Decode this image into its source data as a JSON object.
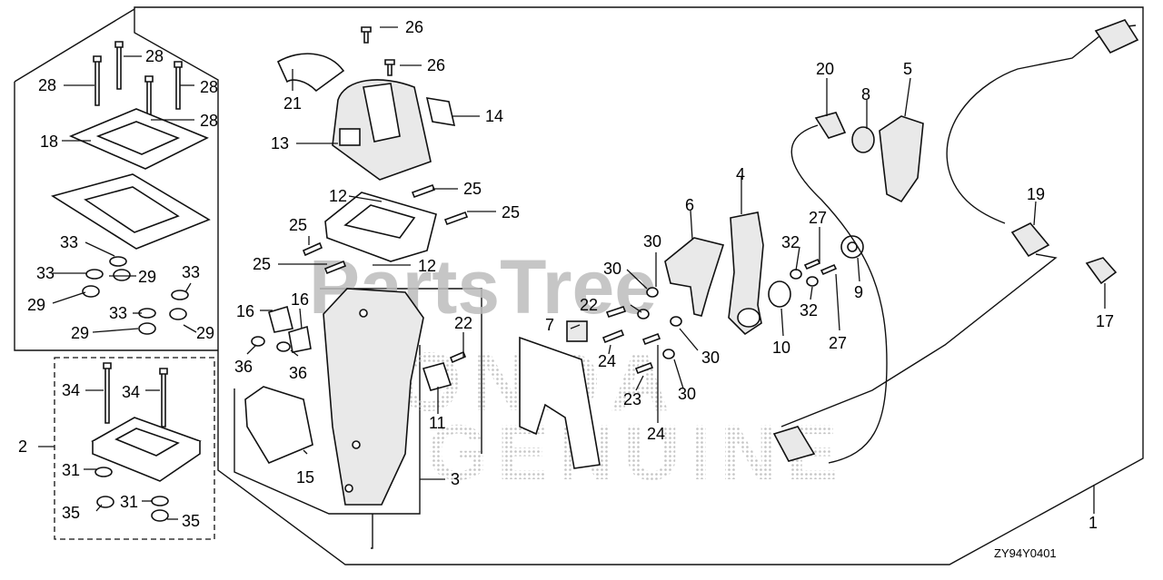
{
  "diagram": {
    "code": "ZY94Y0401",
    "watermark": {
      "line1": "PartsTree",
      "line2": "HONDA",
      "line3": "GENUINE"
    },
    "callouts": [
      {
        "id": "c26a",
        "label": "26"
      },
      {
        "id": "c26b",
        "label": "26"
      },
      {
        "id": "c28a",
        "label": "28"
      },
      {
        "id": "c28b",
        "label": "28"
      },
      {
        "id": "c28c",
        "label": "28"
      },
      {
        "id": "c28d",
        "label": "28"
      },
      {
        "id": "c21",
        "label": "21"
      },
      {
        "id": "c14",
        "label": "14"
      },
      {
        "id": "c13",
        "label": "13"
      },
      {
        "id": "c18",
        "label": "18"
      },
      {
        "id": "c12a",
        "label": "12"
      },
      {
        "id": "c25a",
        "label": "25"
      },
      {
        "id": "c25b",
        "label": "25"
      },
      {
        "id": "c25c",
        "label": "25"
      },
      {
        "id": "c25d",
        "label": "25"
      },
      {
        "id": "c12b",
        "label": "12"
      },
      {
        "id": "c33a",
        "label": "33"
      },
      {
        "id": "c33b",
        "label": "33"
      },
      {
        "id": "c33c",
        "label": "33"
      },
      {
        "id": "c33d",
        "label": "33"
      },
      {
        "id": "c29a",
        "label": "29"
      },
      {
        "id": "c29b",
        "label": "29"
      },
      {
        "id": "c29c",
        "label": "29"
      },
      {
        "id": "c29d",
        "label": "29"
      },
      {
        "id": "c16a",
        "label": "16"
      },
      {
        "id": "c16b",
        "label": "16"
      },
      {
        "id": "c36a",
        "label": "36"
      },
      {
        "id": "c36b",
        "label": "36"
      },
      {
        "id": "c22a",
        "label": "22"
      },
      {
        "id": "c22b",
        "label": "22"
      },
      {
        "id": "c11",
        "label": "11"
      },
      {
        "id": "c15",
        "label": "15"
      },
      {
        "id": "c3",
        "label": "3"
      },
      {
        "id": "c34a",
        "label": "34"
      },
      {
        "id": "c34b",
        "label": "34"
      },
      {
        "id": "c2",
        "label": "2"
      },
      {
        "id": "c31a",
        "label": "31"
      },
      {
        "id": "c31b",
        "label": "31"
      },
      {
        "id": "c35a",
        "label": "35"
      },
      {
        "id": "c35b",
        "label": "35"
      },
      {
        "id": "c20",
        "label": "20"
      },
      {
        "id": "c8",
        "label": "8"
      },
      {
        "id": "c5",
        "label": "5"
      },
      {
        "id": "c4",
        "label": "4"
      },
      {
        "id": "c6",
        "label": "6"
      },
      {
        "id": "c30a",
        "label": "30"
      },
      {
        "id": "c30b",
        "label": "30"
      },
      {
        "id": "c30c",
        "label": "30"
      },
      {
        "id": "c30d",
        "label": "30"
      },
      {
        "id": "c7",
        "label": "7"
      },
      {
        "id": "c24a",
        "label": "24"
      },
      {
        "id": "c24b",
        "label": "24"
      },
      {
        "id": "c23",
        "label": "23"
      },
      {
        "id": "c27a",
        "label": "27"
      },
      {
        "id": "c27b",
        "label": "27"
      },
      {
        "id": "c32a",
        "label": "32"
      },
      {
        "id": "c32b",
        "label": "32"
      },
      {
        "id": "c10",
        "label": "10"
      },
      {
        "id": "c9",
        "label": "9"
      },
      {
        "id": "c19",
        "label": "19"
      },
      {
        "id": "c17",
        "label": "17"
      },
      {
        "id": "c1",
        "label": "1"
      }
    ]
  }
}
